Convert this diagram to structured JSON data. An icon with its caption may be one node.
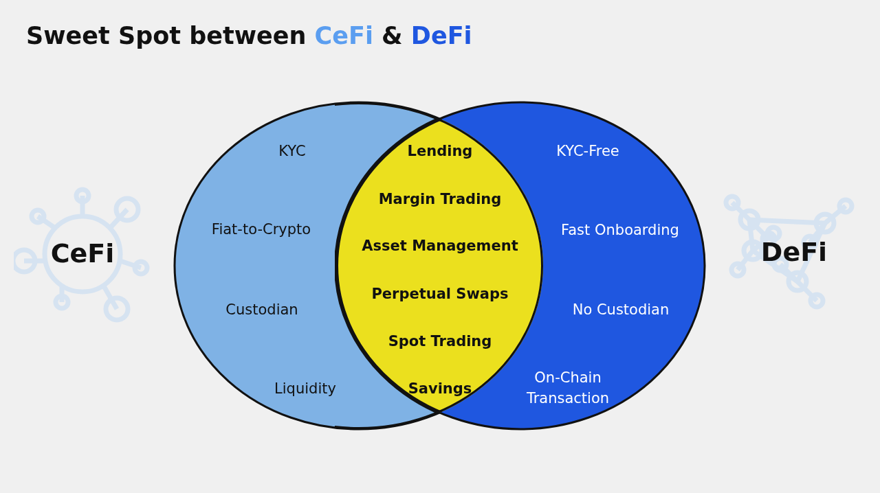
{
  "diagram": {
    "title": "Sweet Spot between CeFi & DeFi",
    "nodes": [
      {
        "text": [
          "CeFi"
        ]
      },
      {
        "text": [
          "KYC",
          "Fiat-to-Crypto",
          "Custodian",
          "Liquidity"
        ]
      },
      {
        "text": [
          "Lending",
          "Margin Trading",
          "Asset Management",
          "Perpetual Swaps",
          "Spot Trading",
          "Savings"
        ]
      },
      {
        "text": [
          "KYC-Free",
          "Fast Onboarding",
          "No Custodian",
          "On-Chain Transaction"
        ]
      },
      {
        "text": [
          "DeFi"
        ]
      }
    ]
  }
}
